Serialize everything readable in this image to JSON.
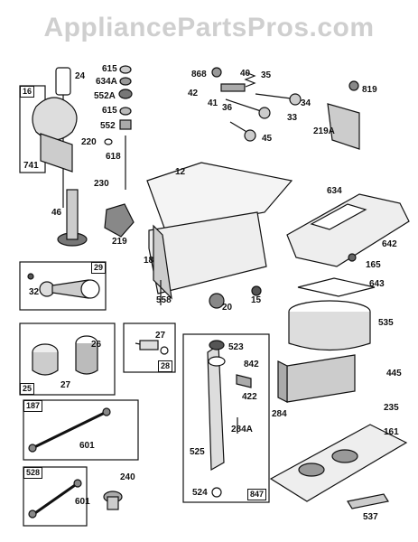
{
  "watermark": "AppliancePartsPros.com",
  "labels": {
    "p24": "24",
    "p615a": "615",
    "p634A": "634A",
    "p552A": "552A",
    "p615b": "615",
    "p552": "552",
    "p220": "220",
    "p618": "618",
    "p230": "230",
    "p46": "46",
    "p219": "219",
    "p741": "741",
    "p868": "868",
    "p40": "40",
    "p35a": "35",
    "p42": "42",
    "p41": "41",
    "p36": "36",
    "p34": "34",
    "p33": "33",
    "p45": "45",
    "p819": "819",
    "p219A": "219A",
    "p12": "12",
    "p634": "634",
    "p642": "642",
    "p18": "18",
    "p165": "165",
    "p643": "643",
    "p558": "558",
    "p15": "15",
    "p20": "20",
    "p32": "32",
    "p535": "535",
    "p26": "26",
    "p27a": "27",
    "p27b": "27",
    "p523": "523",
    "p842": "842",
    "p422": "422",
    "p445": "445",
    "p235": "235",
    "p284": "284",
    "p284A": "284A",
    "p161": "161",
    "p525": "525",
    "p601a": "601",
    "p601b": "601",
    "p240": "240",
    "p524": "524",
    "p537": "537"
  },
  "boxes": {
    "b16": "16",
    "b29": "29",
    "b25": "25",
    "b28": "28",
    "b187": "187",
    "b528": "528",
    "b847": "847"
  }
}
